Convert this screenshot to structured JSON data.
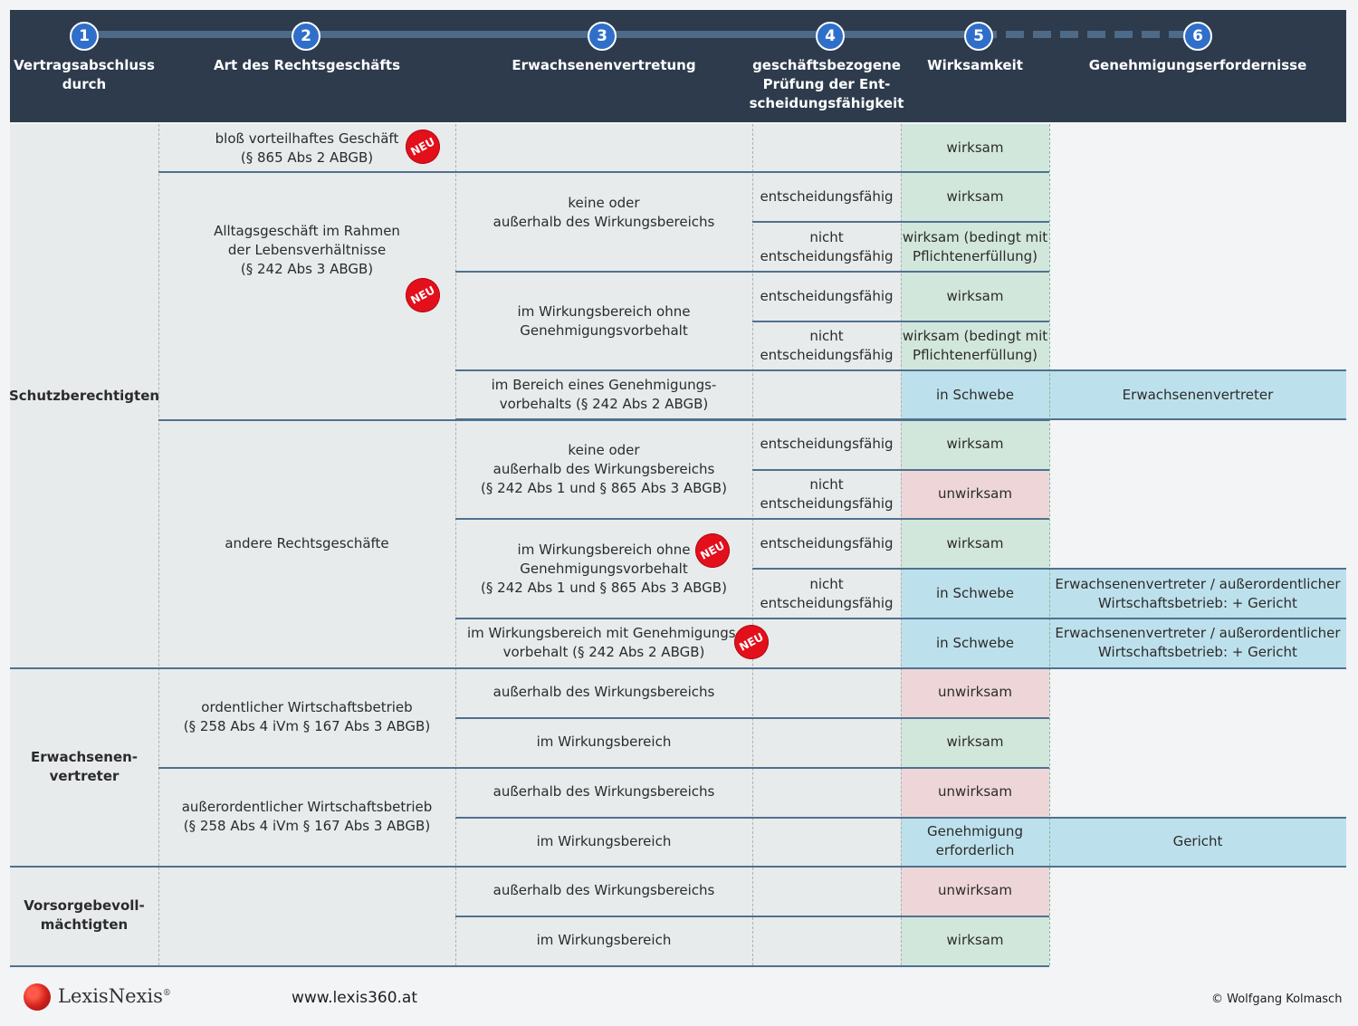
{
  "steps": [
    {
      "num": "1",
      "label": "Vertragsabschluss\ndurch"
    },
    {
      "num": "2",
      "label": "Art des Rechtsgeschäfts"
    },
    {
      "num": "3",
      "label": "Erwachsenenvertretung"
    },
    {
      "num": "4",
      "label": "geschäftsbezogene\nPrüfung der Ent-\nscheidungsfähigkeit"
    },
    {
      "num": "5",
      "label": "Wirksamkeit"
    },
    {
      "num": "6",
      "label": "Genehmigungserfordernisse"
    }
  ],
  "badge_text": "NEU",
  "groups": [
    "Schutzberechtigten",
    "Erwachsenen-\nvertreter",
    "Vorsorgebevoll-\nmächtigten"
  ],
  "geschaefte": [
    "bloß vorteilhaftes Geschäft\n(§ 865 Abs 2 ABGB)",
    "Alltagsgeschäft im Rahmen\nder Lebensverhältnisse\n(§ 242 Abs 3 ABGB)",
    "andere Rechtsgeschäfte",
    "ordentlicher Wirtschaftsbetrieb\n(§ 258 Abs 4 iVm § 167 Abs 3 ABGB)",
    "außerordentlicher Wirtschaftsbetrieb\n(§ 258 Abs 4 iVm § 167 Abs 3 ABGB)"
  ],
  "vertretung": [
    "keine oder\naußerhalb des Wirkungsbereichs",
    "im Wirkungsbereich ohne\nGenehmigungsvorbehalt",
    "im Bereich eines Genehmigungs-\nvorbehalts (§ 242 Abs 2 ABGB)",
    "keine oder\naußerhalb des Wirkungsbereichs\n(§ 242 Abs 1 und § 865 Abs 3 ABGB)",
    "im Wirkungsbereich ohne\nGenehmigungsvorbehalt\n(§ 242 Abs 1 und § 865 Abs 3 ABGB)",
    "im Wirkungsbereich mit Genehmigungs-\nvorbehalt (§ 242 Abs 2 ABGB)",
    "außerhalb des Wirkungsbereichs",
    "im Wirkungsbereich",
    "außerhalb des Wirkungsbereichs",
    "im Wirkungsbereich",
    "außerhalb des Wirkungsbereichs",
    "im Wirkungsbereich"
  ],
  "pruefung": [
    "entscheidungsfähig",
    "nicht\nentscheidungsfähig",
    "entscheidungsfähig",
    "nicht\nentscheidungsfähig",
    "entscheidungsfähig",
    "nicht\nentscheidungsfähig",
    "entscheidungsfähig",
    "nicht\nentscheidungsfähig"
  ],
  "wirksamkeit": [
    {
      "text": "wirksam",
      "status": "green"
    },
    {
      "text": "wirksam",
      "status": "green"
    },
    {
      "text": "wirksam (bedingt mit\nPflichtenerfüllung)",
      "status": "green"
    },
    {
      "text": "wirksam",
      "status": "green"
    },
    {
      "text": "wirksam (bedingt mit\nPflichtenerfüllung)",
      "status": "green"
    },
    {
      "text": "in Schwebe",
      "status": "blue"
    },
    {
      "text": "wirksam",
      "status": "green"
    },
    {
      "text": "unwirksam",
      "status": "red"
    },
    {
      "text": "wirksam",
      "status": "green"
    },
    {
      "text": "in Schwebe",
      "status": "blue"
    },
    {
      "text": "in Schwebe",
      "status": "blue"
    },
    {
      "text": "unwirksam",
      "status": "red"
    },
    {
      "text": "wirksam",
      "status": "green"
    },
    {
      "text": "unwirksam",
      "status": "red"
    },
    {
      "text": "Genehmigung\nerforderlich",
      "status": "blue"
    },
    {
      "text": "unwirksam",
      "status": "red"
    },
    {
      "text": "wirksam",
      "status": "green"
    }
  ],
  "genehmigung": [
    "Erwachsenenvertreter",
    "Erwachsenenvertreter / außerordentlicher\nWirtschaftsbetrieb: + Gericht",
    "Erwachsenenvertreter / außerordentlicher\nWirtschaftsbetrieb: + Gericht",
    "Gericht"
  ],
  "colors": {
    "header": "#2d3b4c",
    "step": "#2f6fc9",
    "green": "#d2e7dc",
    "red": "#eed6d8",
    "blue": "#bde1ec",
    "badge": "#e3101c"
  },
  "footer": {
    "brand": "LexisNexis",
    "registered": "®",
    "url": "www.lexis360.at",
    "copyright": "© Wolfgang Kolmasch"
  }
}
